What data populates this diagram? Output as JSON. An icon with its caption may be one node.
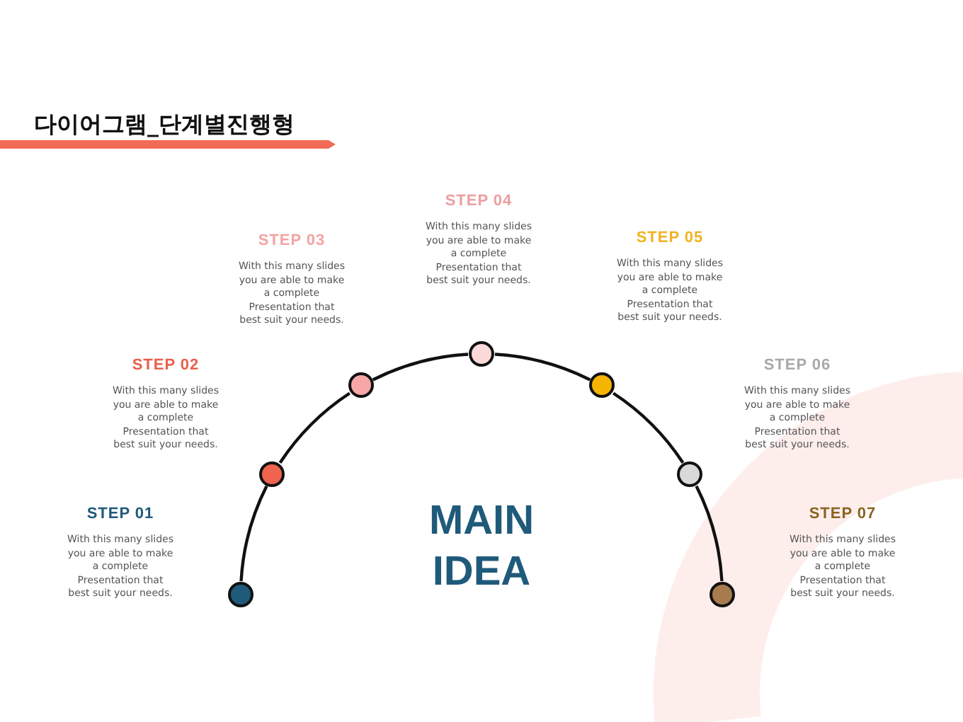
{
  "diagram": {
    "title": "다이어그램_단계별진행형",
    "nodes": [
      {
        "text": [
          "STEP 01",
          "With this many slides you are able to make a complete Presentation that best suit your needs."
        ]
      },
      {
        "text": [
          "STEP 02",
          "With this many slides you are able to make a complete Presentation that best suit your needs."
        ]
      },
      {
        "text": [
          "STEP 03",
          "With this many slides you are able to make a complete Presentation that best suit your needs."
        ]
      },
      {
        "text": [
          "STEP 04",
          "With this many slides you are able to make a complete Presentation that best suit your needs."
        ]
      },
      {
        "text": [
          "STEP 05",
          "With this many slides you are able to make a complete Presentation that best suit your needs."
        ]
      },
      {
        "text": [
          "STEP 06",
          "With this many slides you are able to make a complete Presentation that best suit your needs."
        ]
      },
      {
        "text": [
          "STEP 07",
          "With this many slides you are able to make a complete Presentation that best suit your needs."
        ]
      },
      {
        "text": [],
        "shape": "circle"
      },
      {
        "text": [],
        "shape": "circle"
      },
      {
        "text": [],
        "shape": "circle"
      },
      {
        "text": [],
        "shape": "circle"
      },
      {
        "text": [],
        "shape": "circle"
      },
      {
        "text": [],
        "shape": "circle"
      },
      {
        "text": [],
        "shape": "circle"
      },
      {
        "text": [
          "MAIN IDEA"
        ]
      }
    ],
    "edges": [
      {
        "from": 7,
        "to": 8,
        "arrow": "none"
      },
      {
        "from": 8,
        "to": 9,
        "arrow": "none"
      },
      {
        "from": 9,
        "to": 10,
        "arrow": "none"
      },
      {
        "from": 10,
        "to": 11,
        "arrow": "none"
      },
      {
        "from": 11,
        "to": 12,
        "arrow": "none"
      },
      {
        "from": 12,
        "to": 13,
        "arrow": "none"
      }
    ]
  }
}
